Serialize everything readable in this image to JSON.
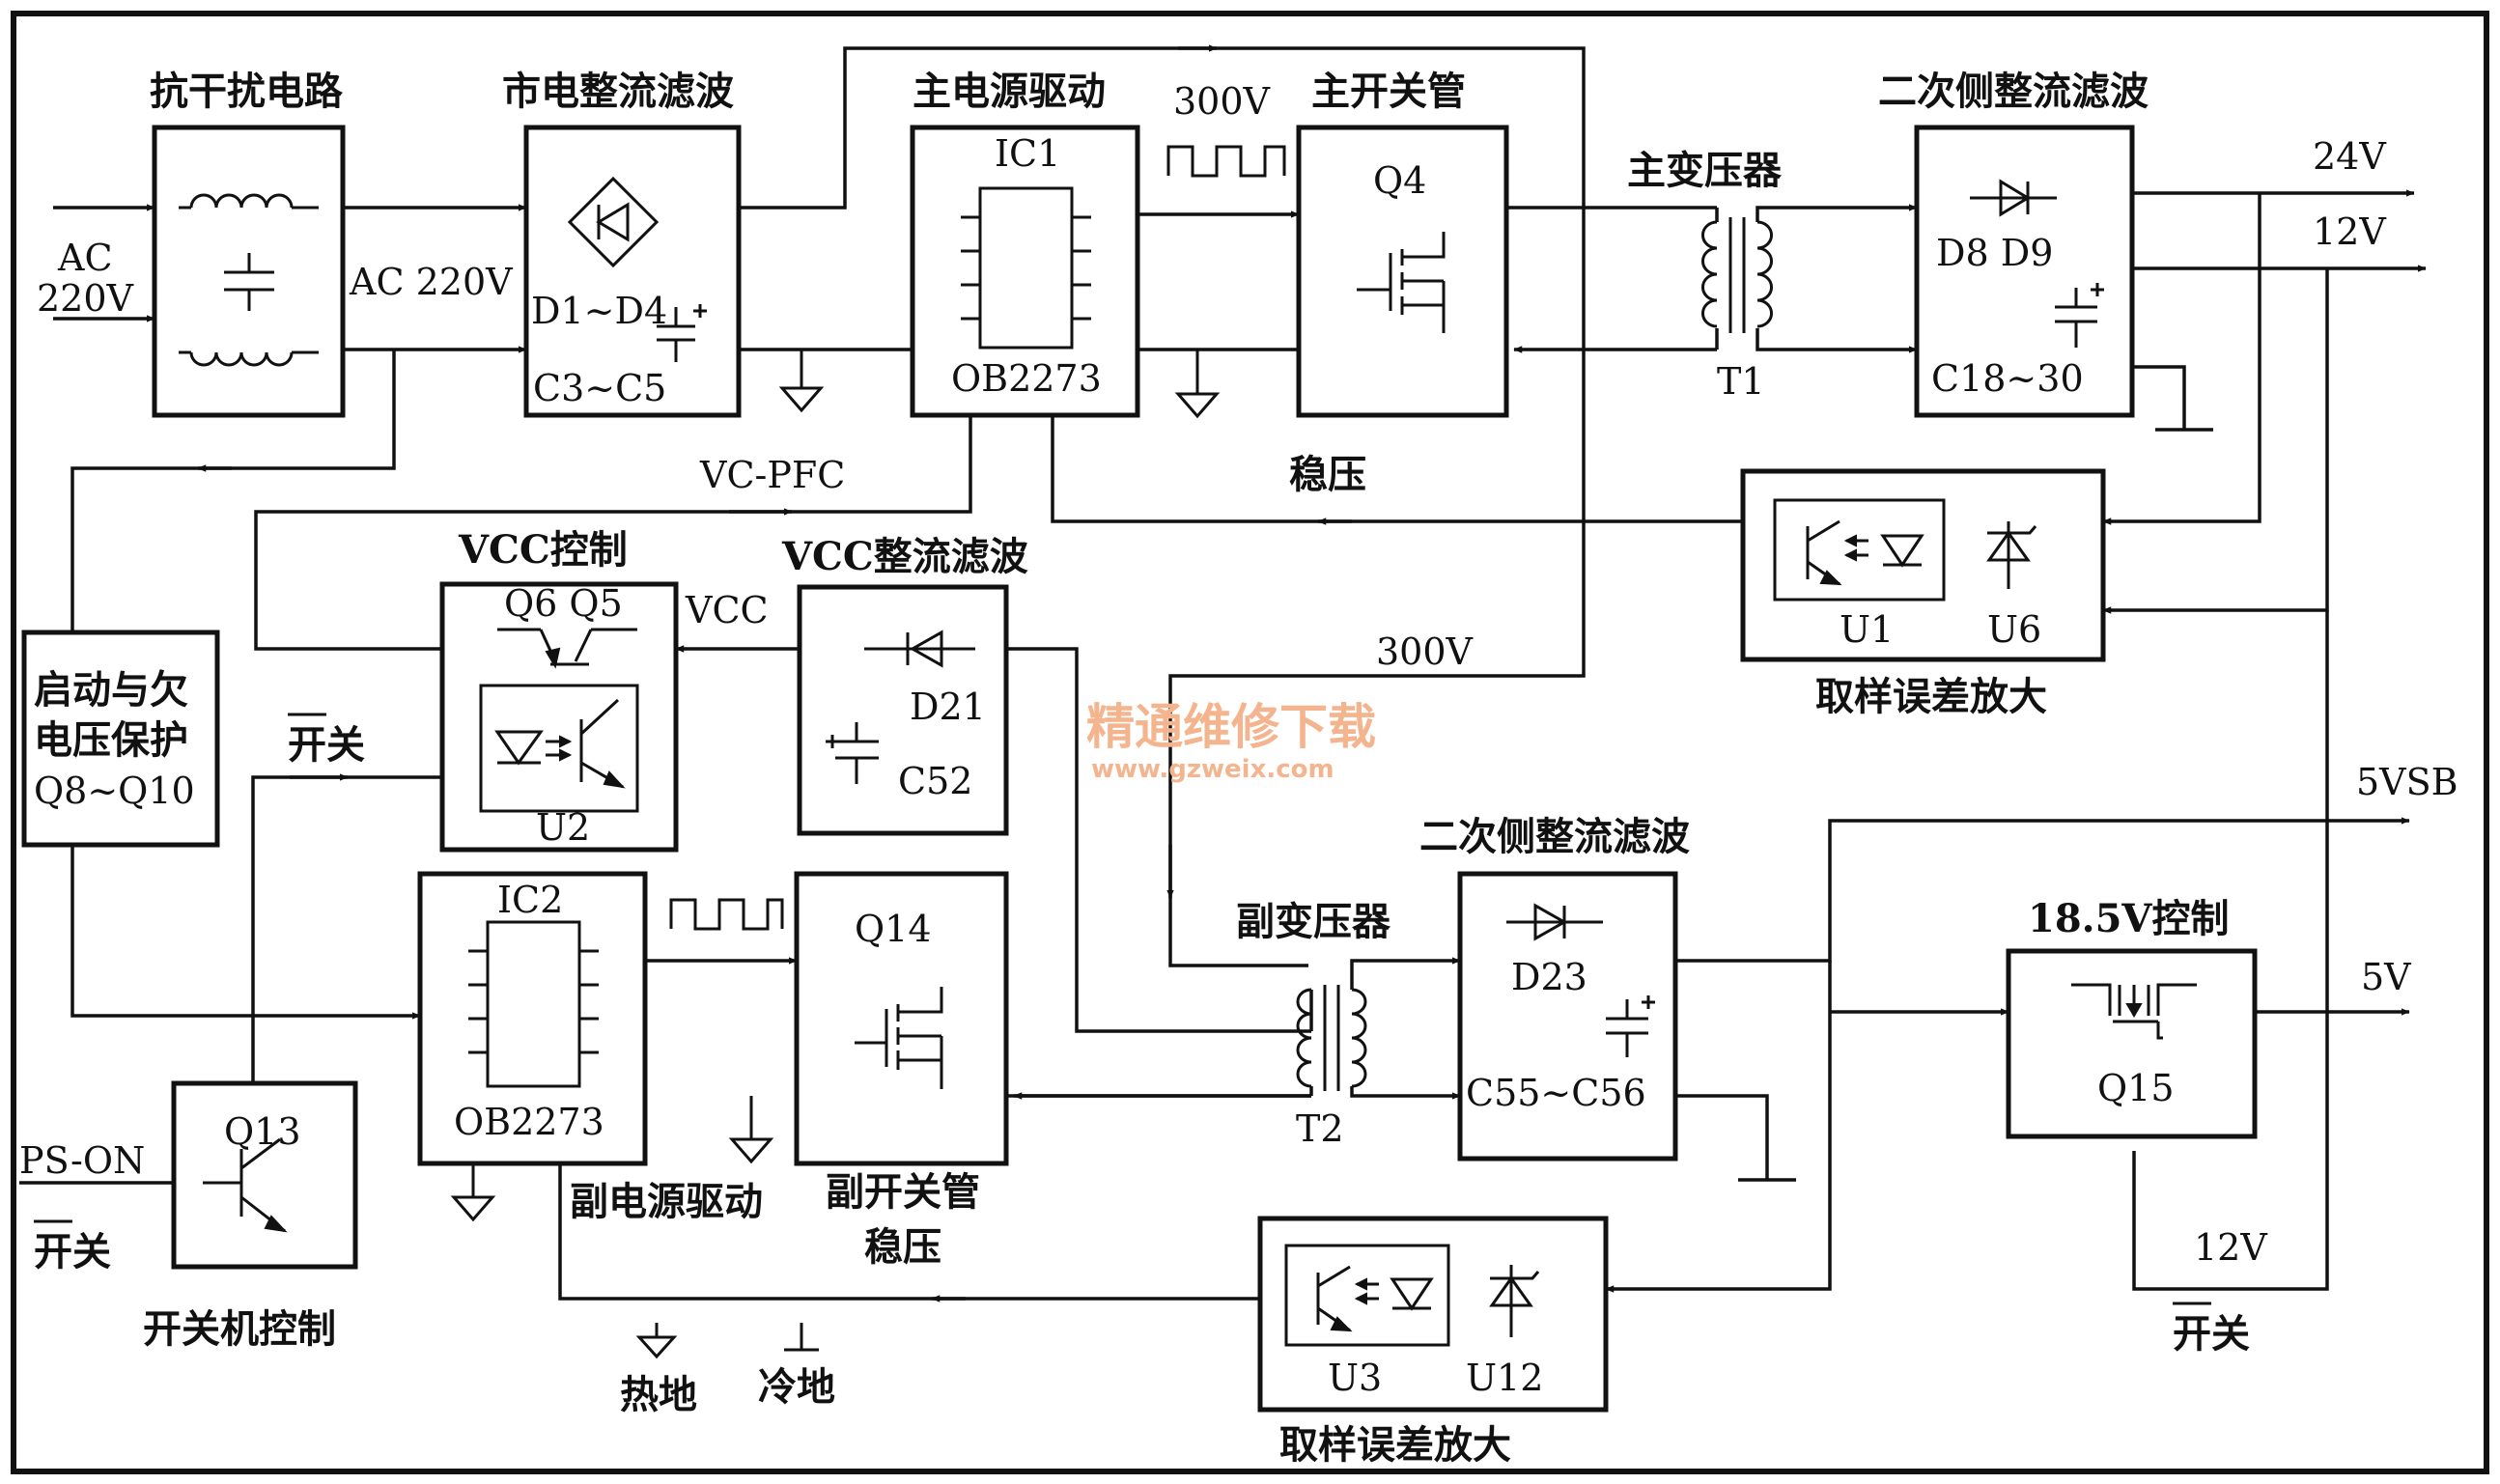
{
  "colors": {
    "line": "#111111",
    "background": "#ffffff",
    "watermark": "#f4b48e"
  },
  "blocks": {
    "emi": {
      "title": "抗干扰电路"
    },
    "rectifier": {
      "title": "市电整流滤波",
      "diode_label": "D1~D4",
      "cap_label": "C3~C5"
    },
    "main_driver": {
      "title": "主电源驱动",
      "ic_label": "IC1",
      "chip": "OB2273"
    },
    "main_switch": {
      "title": "主开关管",
      "label": "Q4"
    },
    "main_transformer": {
      "title": "主变压器",
      "label": "T1"
    },
    "secondary_main": {
      "title": "二次侧整流滤波",
      "diodes": "D8  D9",
      "caps": "C18~30"
    },
    "sampling_main": {
      "title": "取样误差放大",
      "opto": "U1",
      "ref": "U6"
    },
    "vcc_control": {
      "title": "VCC控制",
      "transistors": "Q6 Q5",
      "opto": "U2"
    },
    "vcc_rectifier": {
      "title": "VCC整流滤波",
      "diode": "D21",
      "cap": "C52"
    },
    "startup": {
      "line1": "启动与欠",
      "line2": "电压保护",
      "line3": "Q8~Q10"
    },
    "aux_driver": {
      "title": "副电源驱动",
      "ic_label": "IC2",
      "chip": "OB2273"
    },
    "aux_switch": {
      "line1": "副开关管",
      "line2": "稳压",
      "label": "Q14"
    },
    "aux_transformer": {
      "title": "副变压器",
      "label": "T2"
    },
    "secondary_aux": {
      "title": "二次侧整流滤波",
      "diode": "D23",
      "caps": "C55~C56"
    },
    "control_185": {
      "title": "18.5V控制",
      "label": "Q15"
    },
    "sampling_aux": {
      "title": "取样误差放大",
      "opto": "U3",
      "ref": "U12"
    },
    "power_switch": {
      "title": "开关机控制",
      "label": "Q13"
    }
  },
  "signals": {
    "ac_in_1": "AC",
    "ac_in_2": "220V",
    "ac_mid": "AC 220V",
    "pwm_main": "300V",
    "vc_pfc": "VC-PFC",
    "regulate": "稳压",
    "vcc": "VCC",
    "hv_300": "300V",
    "ps_on": "PS-ON",
    "out_24v": "24V",
    "out_12v": "12V",
    "out_5vsb": "5VSB",
    "out_5v": "5V",
    "loop_12v": "12V"
  },
  "switch_labels": {
    "a": "开关",
    "b": "开关",
    "c": "开关"
  },
  "legend": {
    "hot_ground": "热地",
    "cold_ground": "冷地"
  },
  "watermark": {
    "cn": "精通维修下载",
    "url": "www.gzweix.com"
  }
}
